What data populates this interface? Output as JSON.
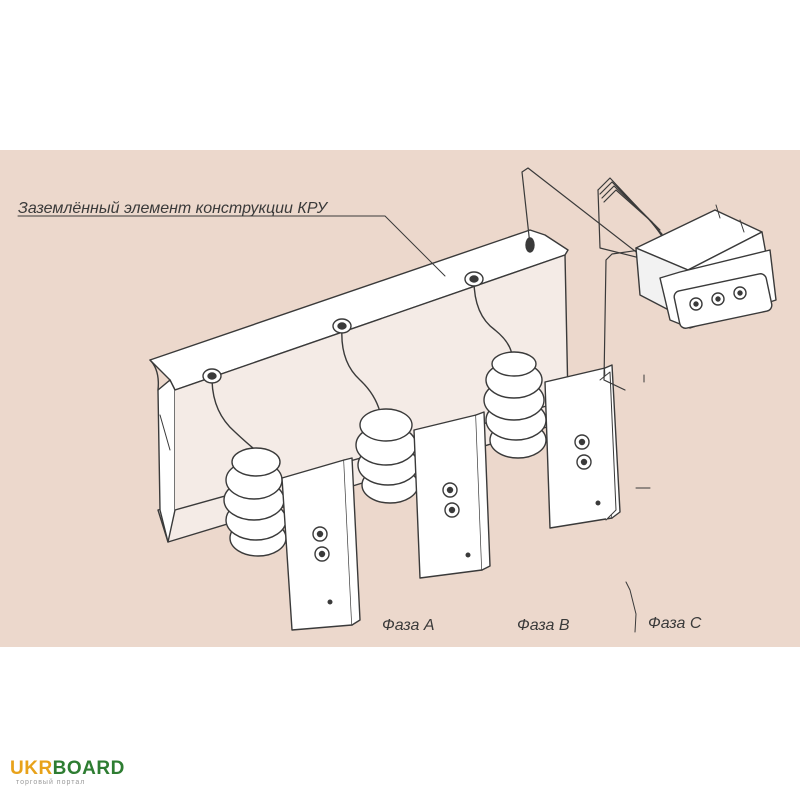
{
  "labels": {
    "ground_element": "Заземлённый элемент конструкции КРУ",
    "phase_a": "Фаза А",
    "phase_b": "Фаза В",
    "phase_c": "Фаза С"
  },
  "watermark": {
    "brand_part1": "UKR",
    "brand_part2": "BOARD",
    "tagline": "торговый портал",
    "brand_color1": "#e8a21a",
    "brand_color2": "#2e7d32"
  },
  "colors": {
    "panel_background": "#ecd8cc",
    "line": "#3a3a3a",
    "fill": "#ffffff"
  }
}
